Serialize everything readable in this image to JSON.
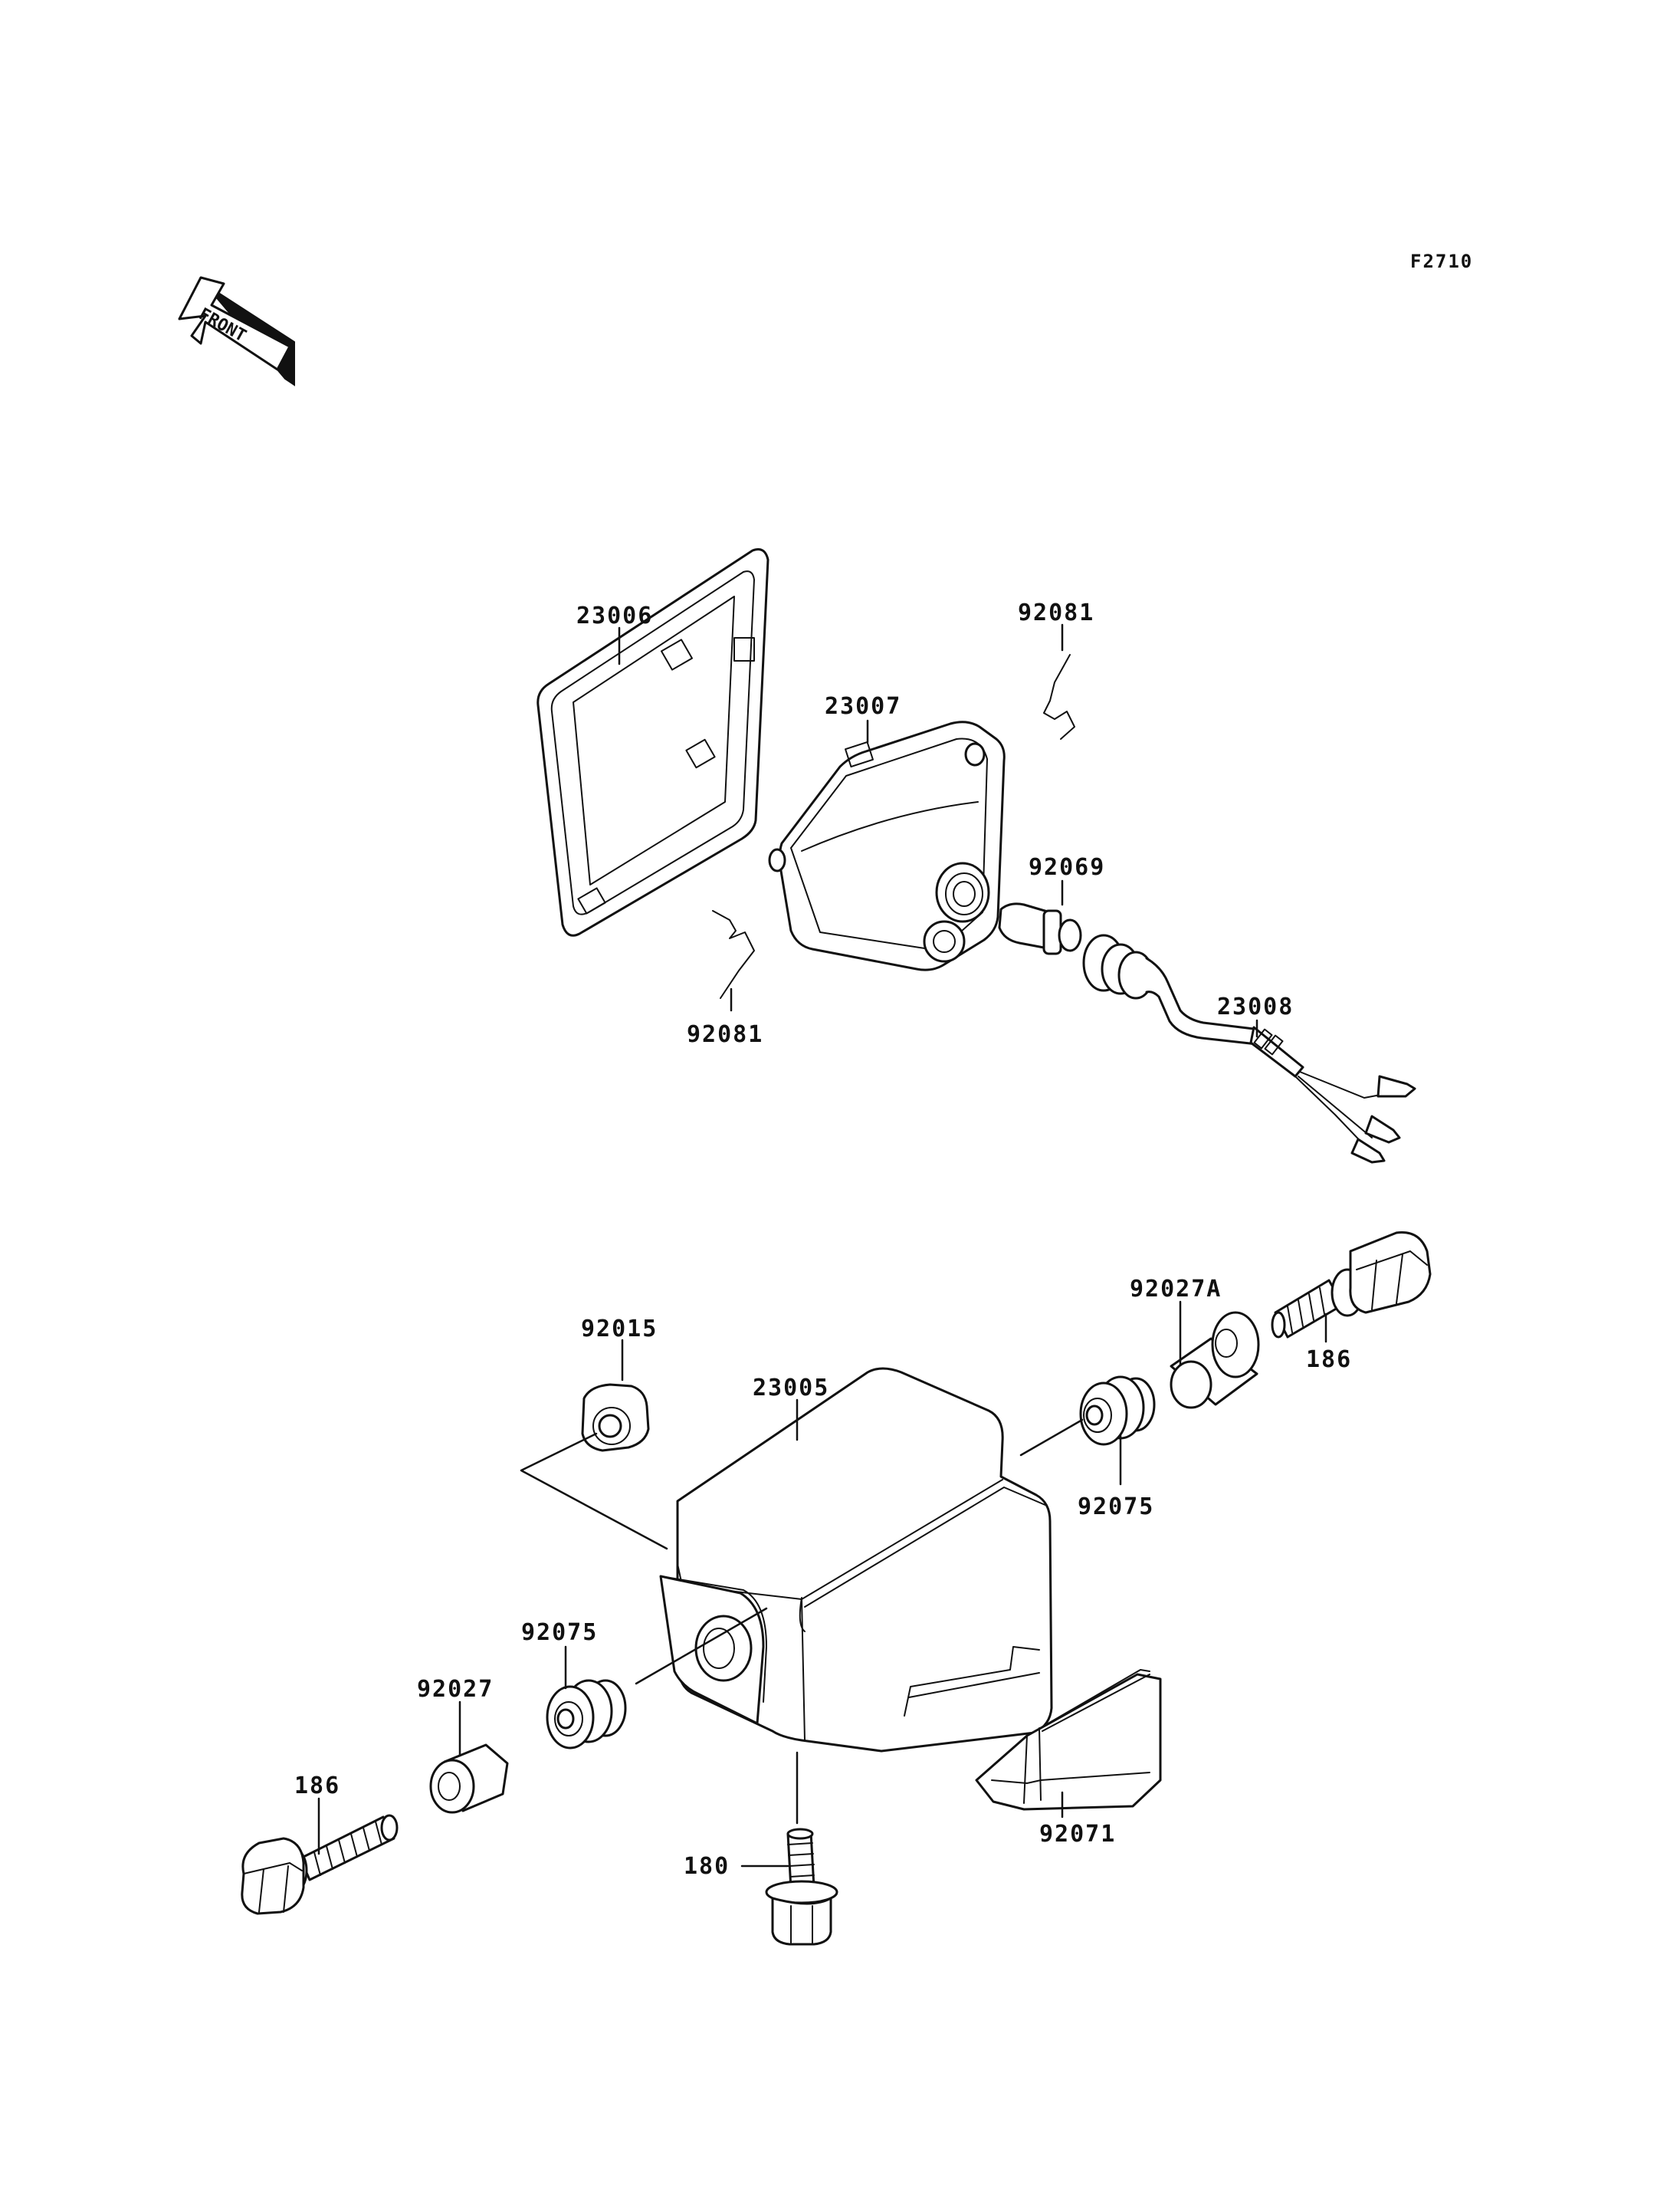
{
  "figure_code": "F2710",
  "front_arrow_label": "FRONT",
  "parts": {
    "p23006": "23006",
    "p23007": "23007",
    "p92081_top": "92081",
    "p92081_bottom": "92081",
    "p92069": "92069",
    "p23008": "23008",
    "p92027A": "92027A",
    "p186_right": "186",
    "p92015": "92015",
    "p23005": "23005",
    "p92075_right": "92075",
    "p92075_left": "92075",
    "p92027": "92027",
    "p186_left": "186",
    "p180": "180",
    "p92071": "92071"
  }
}
